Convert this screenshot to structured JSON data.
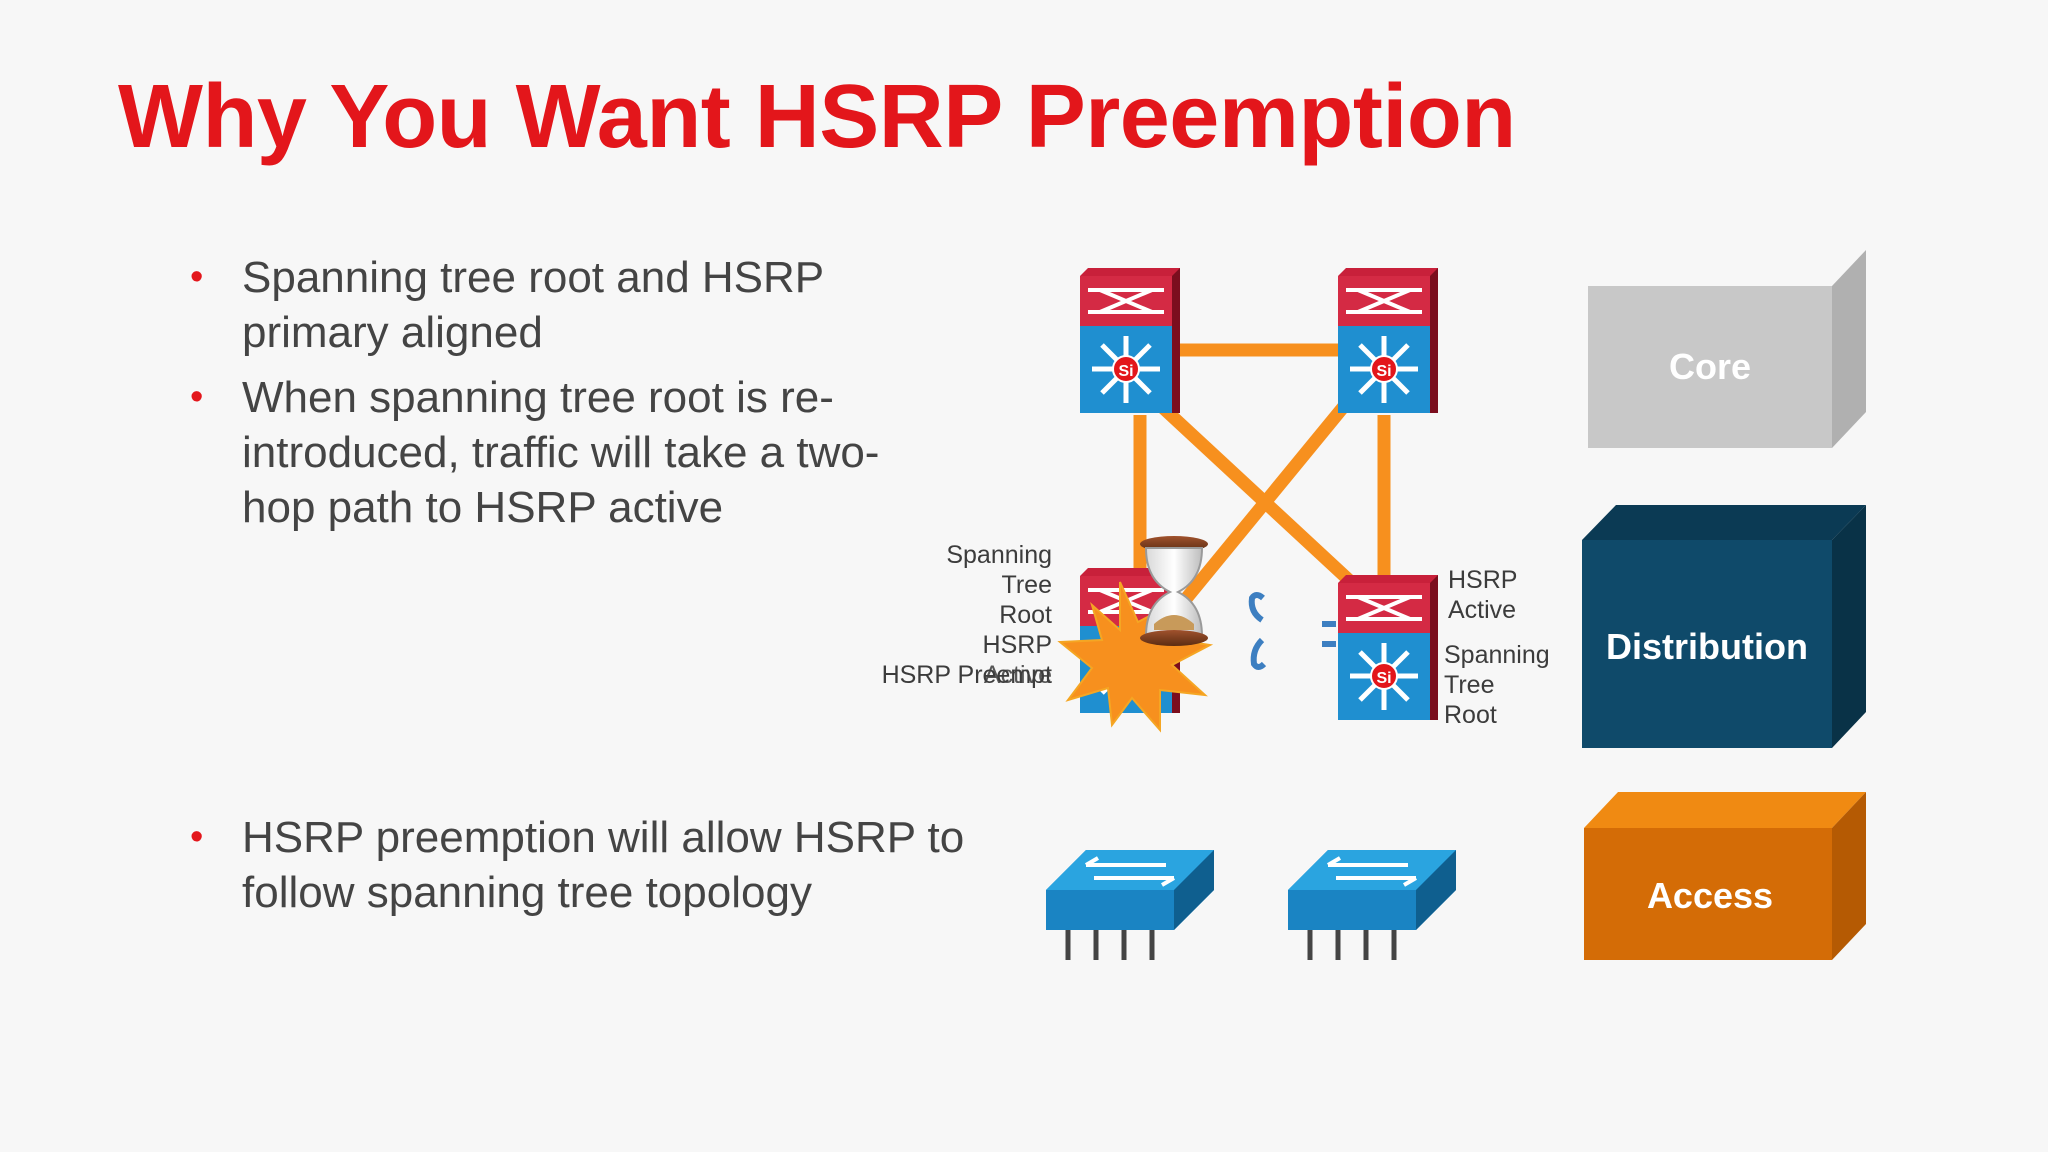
{
  "title": "Why You Want HSRP Preemption",
  "bullets_top": [
    "Spanning tree root and HSRP primary aligned",
    "When spanning tree root is re-introduced, traffic will take a two-hop path to HSRP active"
  ],
  "bullets_bottom": [
    "HSRP preemption will allow HSRP to follow spanning tree topology"
  ],
  "diagram": {
    "left_label": [
      "Spanning",
      "Tree",
      "Root",
      "HSRP",
      "Active"
    ],
    "left_label_overlap": "HSRP Preempt",
    "right_label_hsrp": [
      "HSRP",
      "Active"
    ],
    "right_label_stp": [
      "Spanning",
      "Tree",
      "Root"
    ],
    "switch_badge": "Si"
  },
  "layers": {
    "core": "Core",
    "distribution": "Distribution",
    "access": "Access"
  },
  "colors": {
    "title": "#e3161b",
    "link": "#f7901e",
    "router_top": "#c8203a",
    "switch_blue": "#1f8fd0",
    "core": "#c8c8c8",
    "distribution": "#0f4a6a",
    "access": "#d46c06"
  }
}
